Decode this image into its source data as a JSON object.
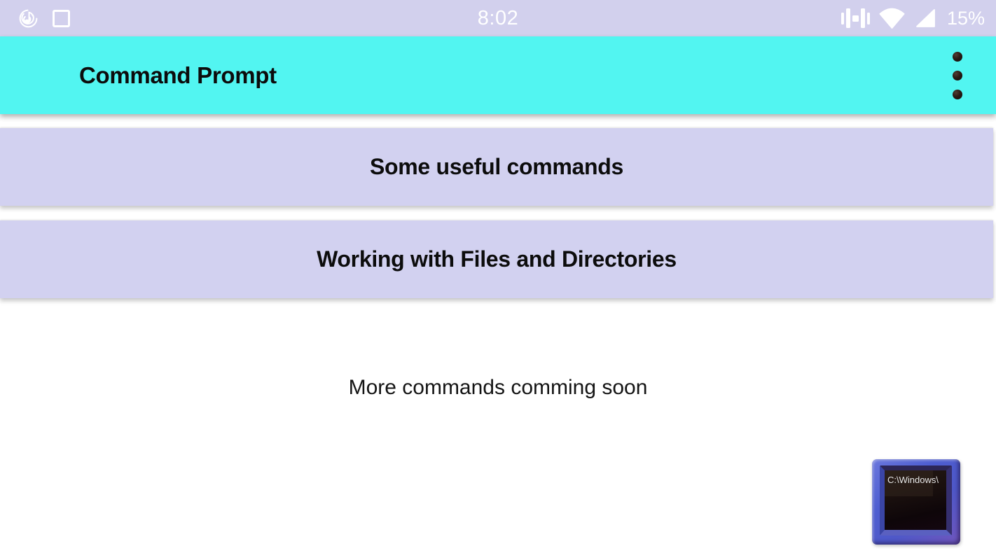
{
  "status_bar": {
    "time": "8:02",
    "battery_percent": "15%",
    "left_icons": [
      {
        "name": "music-note-swirl-icon"
      },
      {
        "name": "square-outline-icon"
      }
    ],
    "right_icons": [
      {
        "name": "vibrate-icon"
      },
      {
        "name": "wifi-icon"
      },
      {
        "name": "cell-signal-icon"
      }
    ]
  },
  "app_bar": {
    "title": "Command Prompt",
    "overflow_menu_icon": "three-dots-vertical"
  },
  "menu": {
    "items": [
      {
        "label": "Some useful commands"
      },
      {
        "label": "Working with Files and Directories"
      }
    ]
  },
  "body": {
    "coming_soon_text": "More commands comming soon"
  },
  "app_icon": {
    "screen_text": "C:\\Windows\\"
  },
  "colors": {
    "status_bar_bg": "#d2d0ed",
    "app_bar_bg": "#52f5f1",
    "menu_item_bg": "#d2d1f0",
    "icon_frame_blue": "#4d5dd0",
    "icon_frame_purple": "#7156bd",
    "text_color": "#0c0c0c"
  }
}
